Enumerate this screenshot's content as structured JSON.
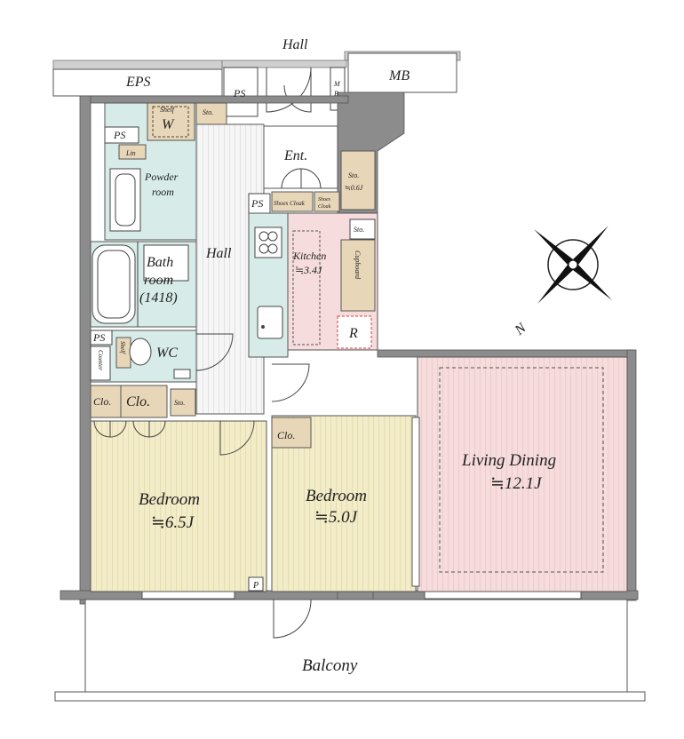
{
  "labels": {
    "hall_top": "Hall",
    "eps": "EPS",
    "mb": "MB",
    "ps_top": "PS",
    "mb_small": "M\nB",
    "shelf_w": "Shelf",
    "w": "W",
    "sto_top": "Sto.",
    "ps_left": "PS",
    "lin": "Lin",
    "powder": "Powder\nroom",
    "bath": "Bath\nroom\n(1418)",
    "hall_mid": "Hall",
    "ent": "Ent.",
    "sto_ent": "Sto.",
    "sto_ent_size": "≒0.6J",
    "ps_kitchen": "PS",
    "shoes1": "Shoes Cloak",
    "shoes2": "Shoes\nCloak",
    "sto_k": "Sto.",
    "kitchen": "Kitchen",
    "kitchen_size": "≒3.4J",
    "cupboard": "Cupboard",
    "r": "R",
    "ps_wc": "PS",
    "counter": "Counter",
    "shelf_wc": "Shelf",
    "wc": "WC",
    "clo_small": "Clo.",
    "clo_a": "Clo.",
    "sto_bed": "Sto.",
    "clo_b": "Clo.",
    "living": "Living Dining",
    "living_size": "≒12.1J",
    "bedroom1": "Bedroom",
    "bedroom1_size": "≒6.5J",
    "bedroom2": "Bedroom",
    "bedroom2_size": "≒5.0J",
    "p": "P",
    "balcony": "Balcony",
    "north": "N"
  },
  "colors": {
    "bedroom": "#f3ecc8",
    "living": "#f6dcdc",
    "wet": "#d7ece8",
    "storage": "#e8d6b8",
    "hall": "#f4f4f4",
    "wall": "#8c8c8c"
  }
}
